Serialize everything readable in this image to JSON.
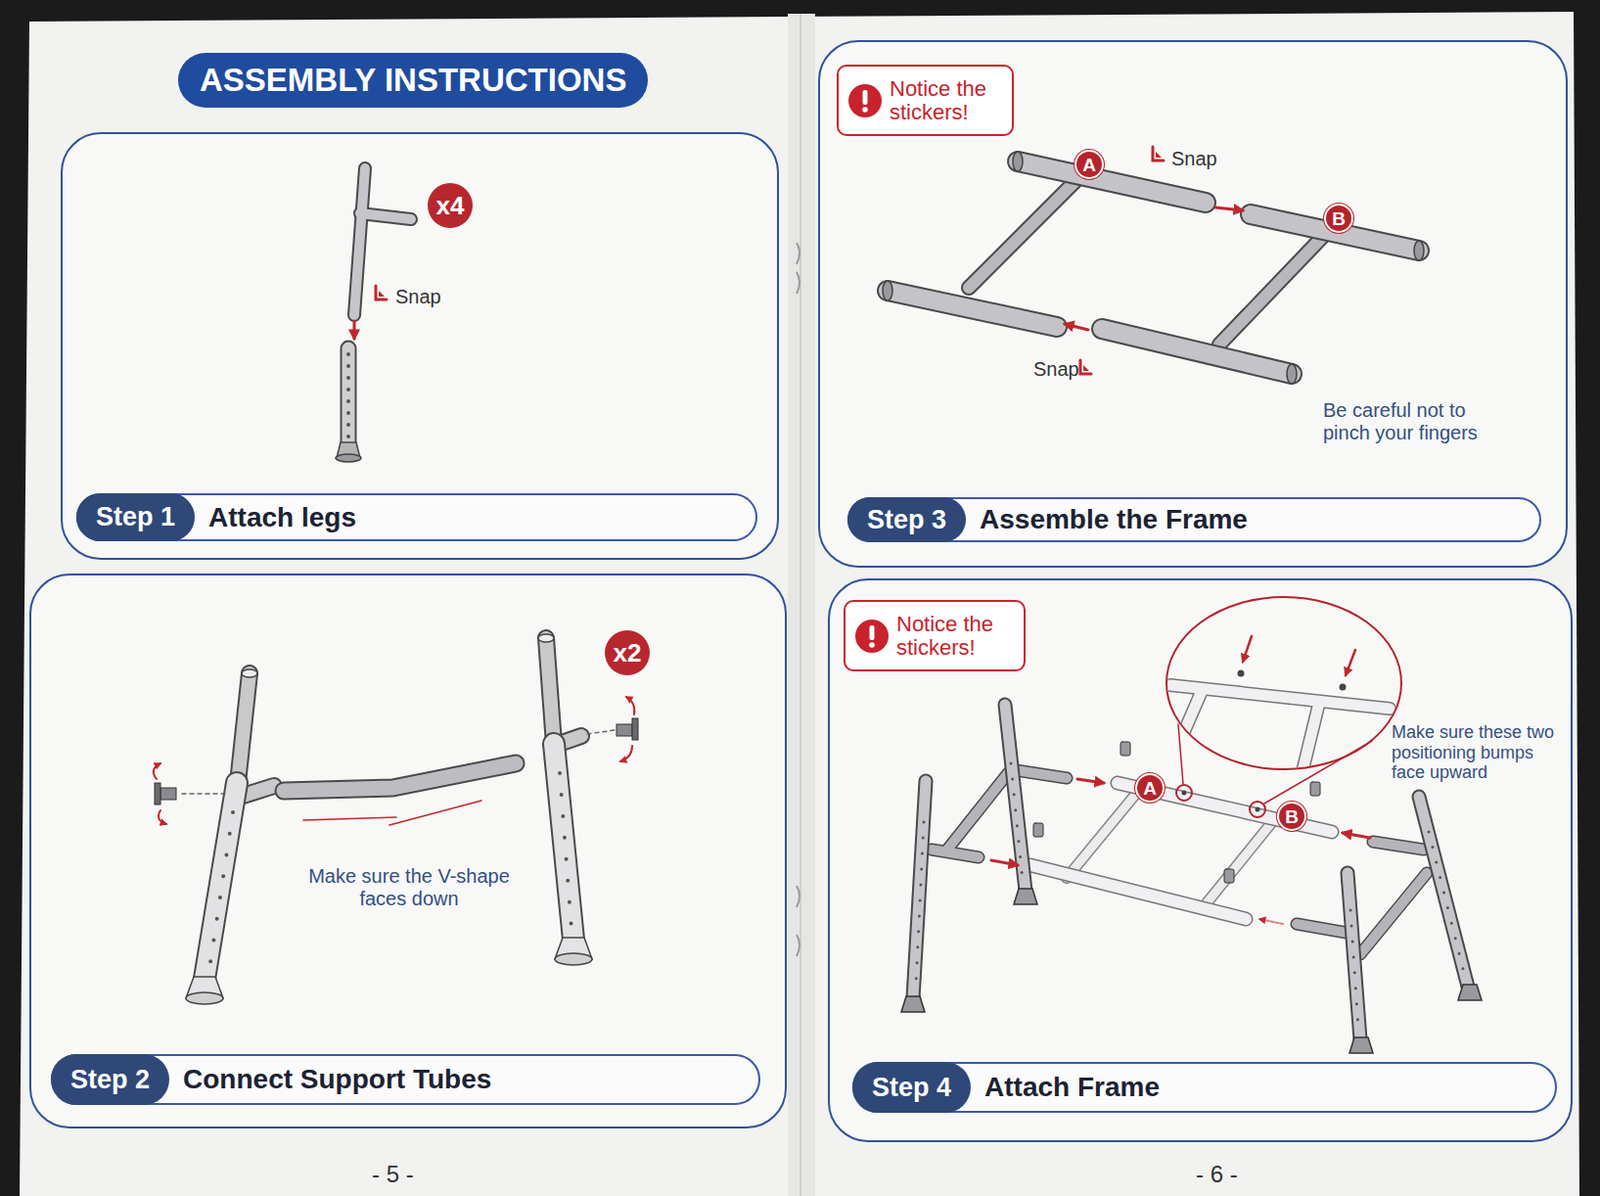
{
  "diagram": {
    "title": "ASSEMBLY INSTRUCTIONS",
    "nodes": [
      {
        "text": [
          "x4"
        ]
      },
      {
        "text": [
          "Step 1",
          "Attach legs"
        ]
      },
      {
        "text": [
          "x2"
        ]
      },
      {
        "text": [
          "Step 2",
          "Connect Support Tubes"
        ]
      },
      {
        "text": [
          "Notice the stickers!"
        ]
      },
      {
        "text": [
          "A"
        ]
      },
      {
        "text": [
          "B"
        ]
      },
      {
        "text": [
          "Step 3",
          "Assemble the Frame"
        ]
      },
      {
        "text": [
          "Notice the stickers!"
        ]
      },
      {
        "text": [
          "A"
        ]
      },
      {
        "text": [
          "B"
        ]
      },
      {
        "text": [
          "Step 4",
          "Attach Frame"
        ]
      }
    ],
    "labels": [
      "Snap",
      "Make sure the V-shape faces down",
      "- 5 -",
      "Snap",
      "Snap",
      "Be careful not to pinch your fingers",
      "Make sure these two positioning bumps face upward",
      "- 6 -"
    ]
  }
}
